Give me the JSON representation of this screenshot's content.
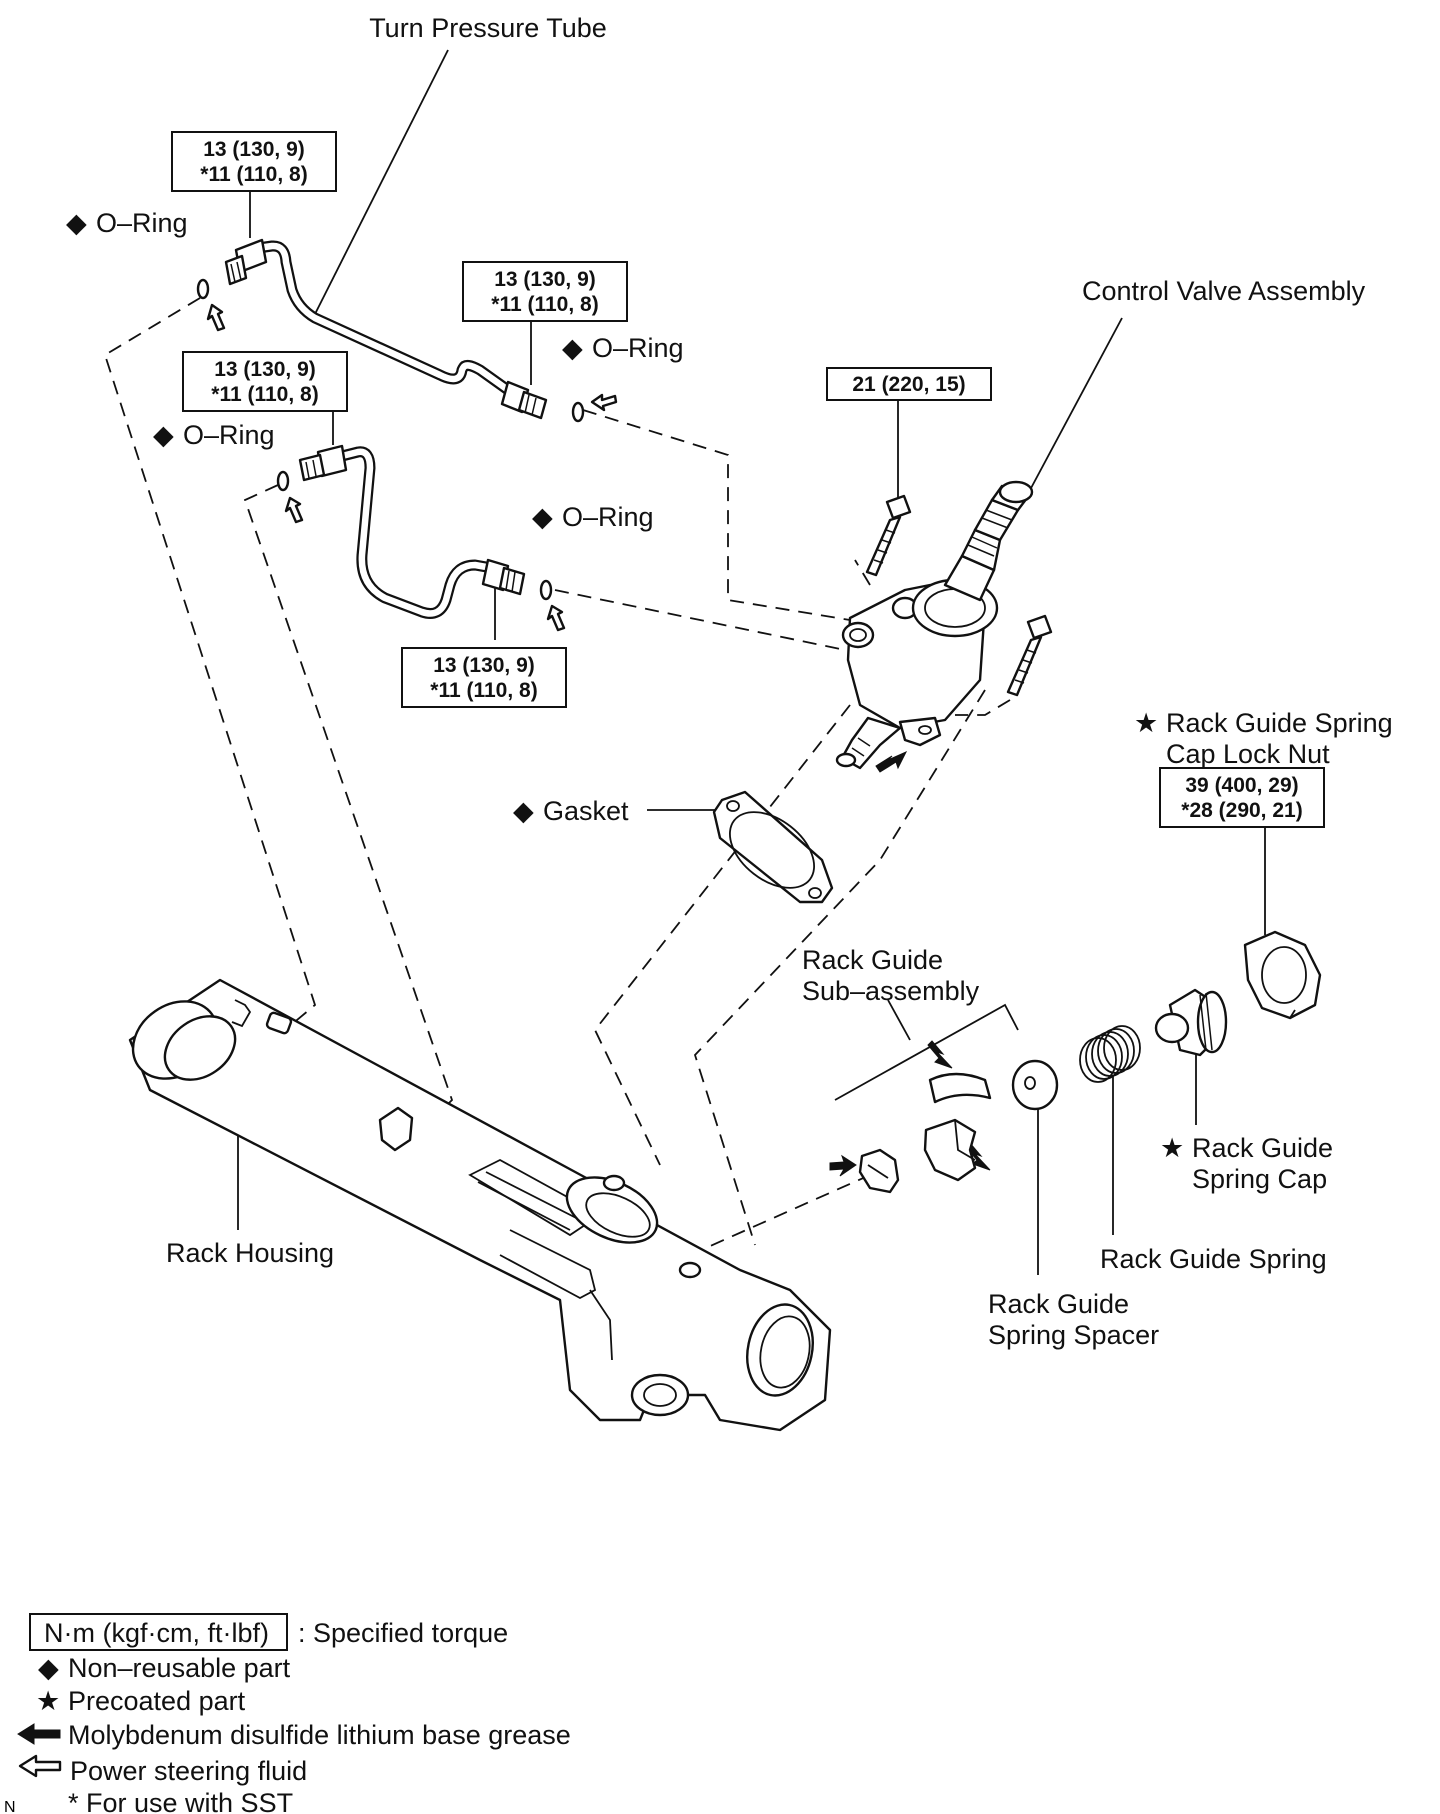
{
  "labels": {
    "turn_pressure_tube": "Turn Pressure Tube",
    "o_ring": "O–Ring",
    "control_valve_assembly": "Control Valve Assembly",
    "gasket": "Gasket",
    "rack_guide_spring_cap_lock_nut_line1": "Rack Guide Spring",
    "rack_guide_spring_cap_lock_nut_line2": "Cap Lock Nut",
    "rack_guide_sub_assembly_line1": "Rack Guide",
    "rack_guide_sub_assembly_line2": "Sub–assembly",
    "rack_housing": "Rack Housing",
    "rack_guide_spring_cap_line1": "Rack Guide",
    "rack_guide_spring_cap_line2": "Spring Cap",
    "rack_guide_spring": "Rack Guide Spring",
    "rack_guide_spring_spacer_line1": "Rack Guide",
    "rack_guide_spring_spacer_line2": "Spring Spacer"
  },
  "torque": {
    "tube_fitting_std": "13 (130, 9)",
    "tube_fitting_sst": "*11 (110, 8)",
    "control_valve_bolt": "21 (220, 15)",
    "lock_nut_std": "39 (400, 29)",
    "lock_nut_sst": "*28 (290, 21)"
  },
  "symbols": {
    "non_reusable": "◆",
    "precoated": "★"
  },
  "legend": {
    "torque_unit": "N·m (kgf·cm, ft·lbf)",
    "specified_torque": ": Specified torque",
    "non_reusable_part": "Non–reusable part",
    "precoated_part": "Precoated part",
    "moly_grease": "Molybdenum disulfide lithium base grease",
    "ps_fluid": "Power steering fluid",
    "sst": "* For use with SST",
    "corner_mark": "N"
  }
}
